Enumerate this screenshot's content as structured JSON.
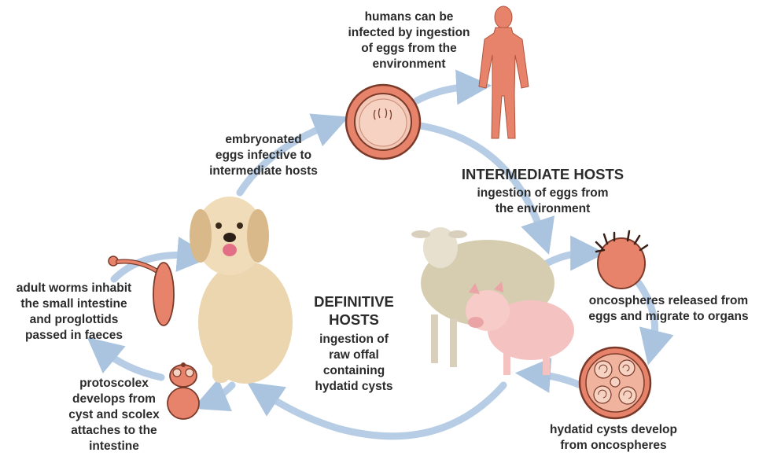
{
  "colors": {
    "arrow": "#b7cde5",
    "stage_fill": "#e8836b",
    "stage_stroke": "#7a3a2a",
    "human": "#e8836b",
    "text": "#2b2b2b"
  },
  "labels": {
    "humans": "humans can be\ninfected by ingestion\nof eggs from the\nenvironment",
    "embryonated_eggs": "embryonated\neggs infective to\nintermediate hosts",
    "intermediate_heading": "INTERMEDIATE HOSTS",
    "intermediate_sub": "ingestion of eggs from\nthe environment",
    "oncospheres": "oncospheres released from\neggs and migrate to organs",
    "hydatid_cysts": "hydatid cysts develop\nfrom oncospheres",
    "definitive_heading": "DEFINITIVE\nHOSTS",
    "definitive_sub": "ingestion of\nraw offal\ncontaining\nhydatid cysts",
    "adult_worms": "adult worms inhabit\nthe small intestine\nand proglottids\npassed in faeces",
    "protoscolex": "protoscolex\ndevelops from\ncyst and scolex\nattaches to the\nintestine"
  },
  "icons": [
    "egg-icon",
    "human-silhouette-icon",
    "oncosphere-icon",
    "hydatid-cyst-icon",
    "protoscolex-icon",
    "adult-worm-icon",
    "dog-illustration",
    "sheep-illustration",
    "pig-illustration"
  ]
}
